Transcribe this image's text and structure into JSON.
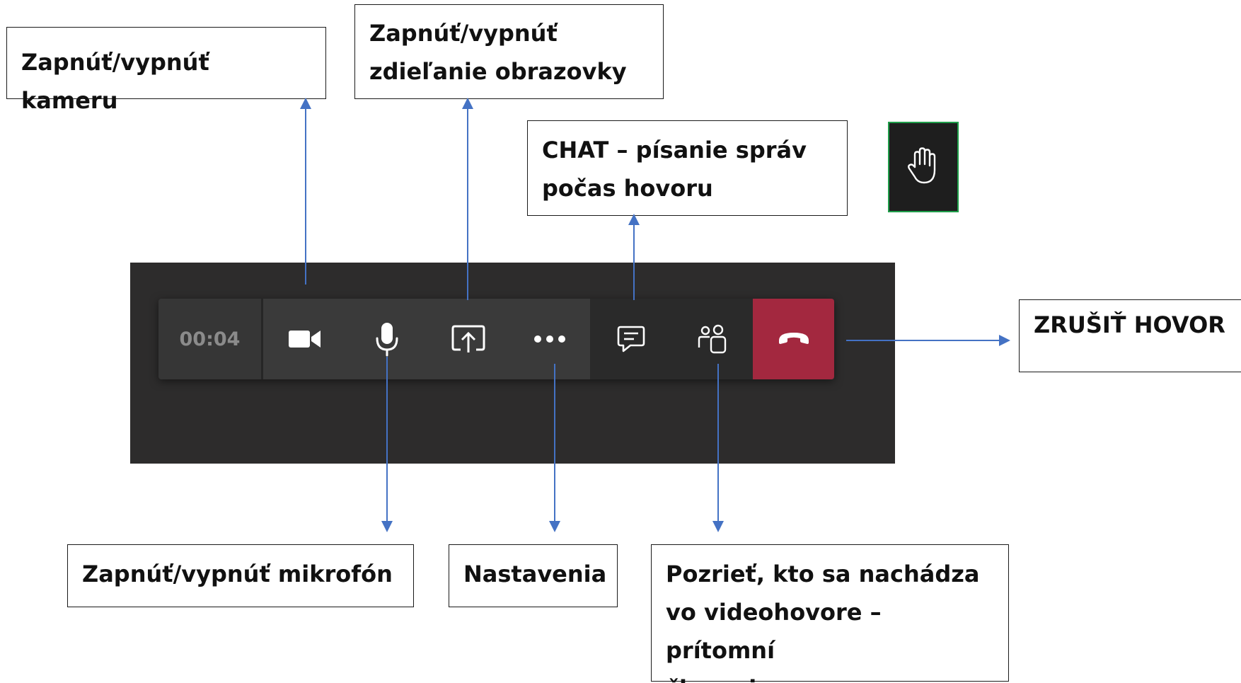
{
  "callouts": {
    "camera": "Zapnúť/vypnúť kameru",
    "share": "Zapnúť/vypnúť\nzdieľanie obrazovky",
    "chat": "CHAT – písanie správ\npočas hovoru",
    "hangup": "ZRUŠIŤ HOVOR",
    "mic": "Zapnúť/vypnúť mikrofón",
    "settings": "Nastavenia",
    "participants": "Pozrieť, kto sa nachádza\nvo videohovore – prítomní\nčlenovia"
  },
  "toolbar": {
    "timer": "00:04",
    "buttons": [
      {
        "icon": "video-camera-icon"
      },
      {
        "icon": "microphone-icon"
      },
      {
        "icon": "share-screen-icon"
      },
      {
        "icon": "more-options-icon"
      },
      {
        "icon": "chat-icon"
      },
      {
        "icon": "participants-icon"
      },
      {
        "icon": "hang-up-icon"
      }
    ]
  },
  "extra": {
    "raise_hand_icon": "raise-hand-icon"
  },
  "colors": {
    "panel_bg": "#2d2c2c",
    "hangup_red": "#a3283f",
    "arrow_blue": "#4472c4",
    "hand_border": "#1f9e4a"
  }
}
